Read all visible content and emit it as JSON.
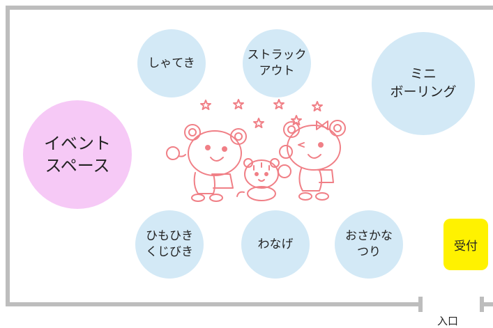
{
  "booths": {
    "shateki": "しゃてき",
    "struckout": "ストラック\nアウト",
    "mini_bowling": "ミニ\nボーリング",
    "event_space": "イベント\nスペース",
    "himohiki": "ひもひき\nくじびき",
    "wanage": "わなげ",
    "osakana": "おさかな\nつり"
  },
  "reception": "受付",
  "entrance": "入口",
  "colors": {
    "wall": "#bdbdbd",
    "booth_blue": "#d3e9f6",
    "booth_pink": "#f6c9f6",
    "reception": "#fff200",
    "illustration": "#f07f86"
  },
  "illustration": "three-cartoon-animals-with-stars"
}
